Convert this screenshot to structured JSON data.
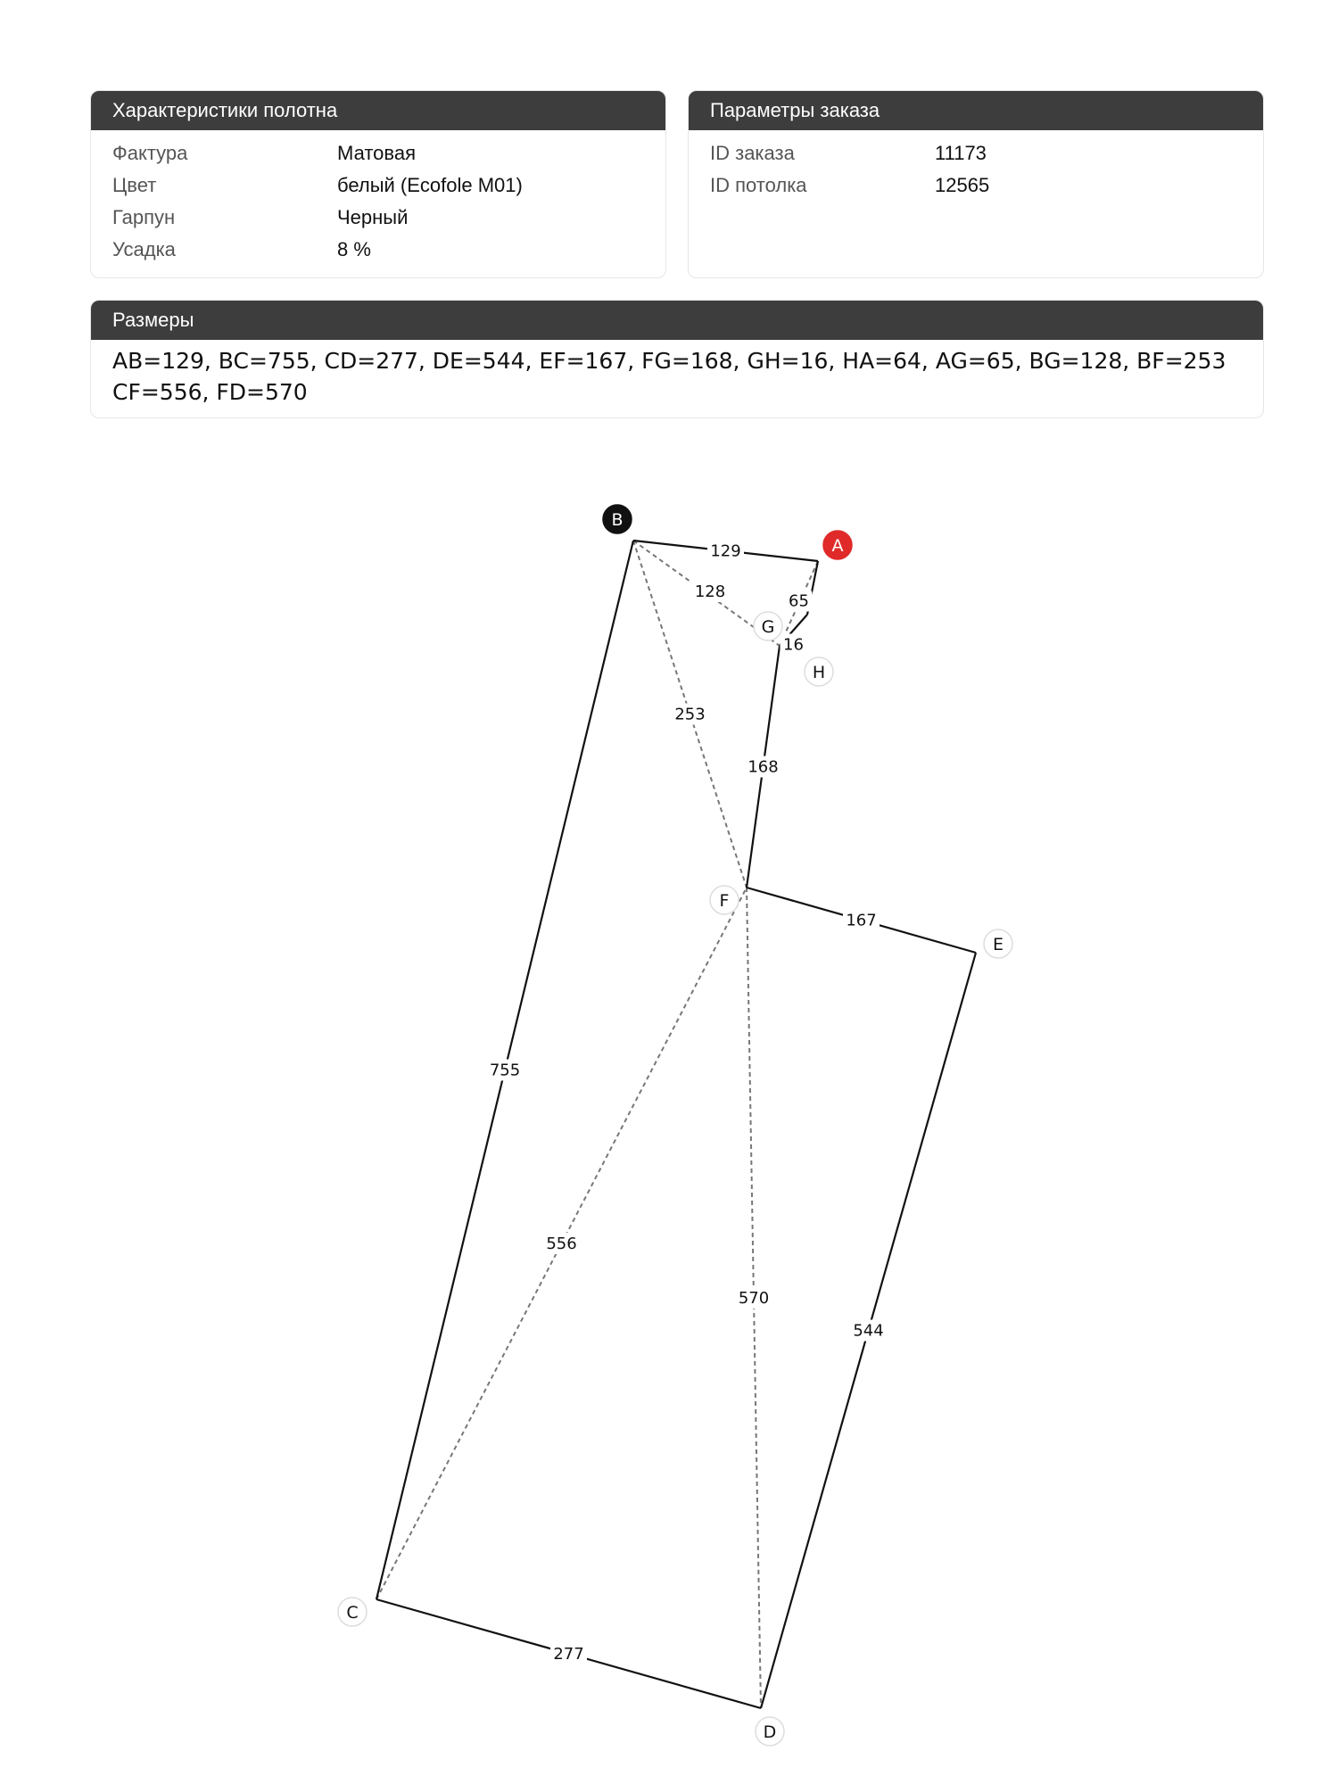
{
  "canvas": {
    "title": "Характеристики полотна",
    "rows": [
      {
        "label": "Фактура",
        "value": "Матовая"
      },
      {
        "label": "Цвет",
        "value": "белый (Ecofole M01)"
      },
      {
        "label": "Гарпун",
        "value": "Черный"
      },
      {
        "label": "Усадка",
        "value": "8 %"
      }
    ]
  },
  "order": {
    "title": "Параметры заказа",
    "rows": [
      {
        "label": "ID заказа",
        "value": "11173"
      },
      {
        "label": "ID потолка",
        "value": "12565"
      }
    ]
  },
  "dimensions": {
    "title": "Размеры",
    "line1": "AB=129, BC=755, CD=277, DE=544, EF=167, FG=168, GH=16, HA=64, AG=65, BG=128, BF=253",
    "line2": "CF=556, FD=570"
  },
  "diagram": {
    "vertices": [
      {
        "id": "A",
        "style": "start",
        "color": "#e02a2a"
      },
      {
        "id": "B",
        "style": "filled",
        "color": "#111111"
      },
      {
        "id": "C",
        "style": "plain"
      },
      {
        "id": "D",
        "style": "plain"
      },
      {
        "id": "E",
        "style": "plain"
      },
      {
        "id": "F",
        "style": "plain"
      },
      {
        "id": "G",
        "style": "plain"
      },
      {
        "id": "H",
        "style": "plain"
      }
    ],
    "edges": [
      {
        "from": "A",
        "to": "B",
        "label": "129",
        "kind": "side"
      },
      {
        "from": "B",
        "to": "C",
        "label": "755",
        "kind": "side"
      },
      {
        "from": "C",
        "to": "D",
        "label": "277",
        "kind": "side"
      },
      {
        "from": "D",
        "to": "E",
        "label": "544",
        "kind": "side"
      },
      {
        "from": "E",
        "to": "F",
        "label": "167",
        "kind": "side"
      },
      {
        "from": "F",
        "to": "G",
        "label": "168",
        "kind": "side"
      },
      {
        "from": "G",
        "to": "H",
        "label": "16",
        "kind": "side"
      },
      {
        "from": "H",
        "to": "A",
        "label": "",
        "kind": "side"
      },
      {
        "from": "A",
        "to": "G",
        "label": "65",
        "kind": "diagonal"
      },
      {
        "from": "B",
        "to": "G",
        "label": "128",
        "kind": "diagonal"
      },
      {
        "from": "B",
        "to": "F",
        "label": "253",
        "kind": "diagonal"
      },
      {
        "from": "C",
        "to": "F",
        "label": "556",
        "kind": "diagonal"
      },
      {
        "from": "F",
        "to": "D",
        "label": "570",
        "kind": "diagonal"
      }
    ]
  }
}
